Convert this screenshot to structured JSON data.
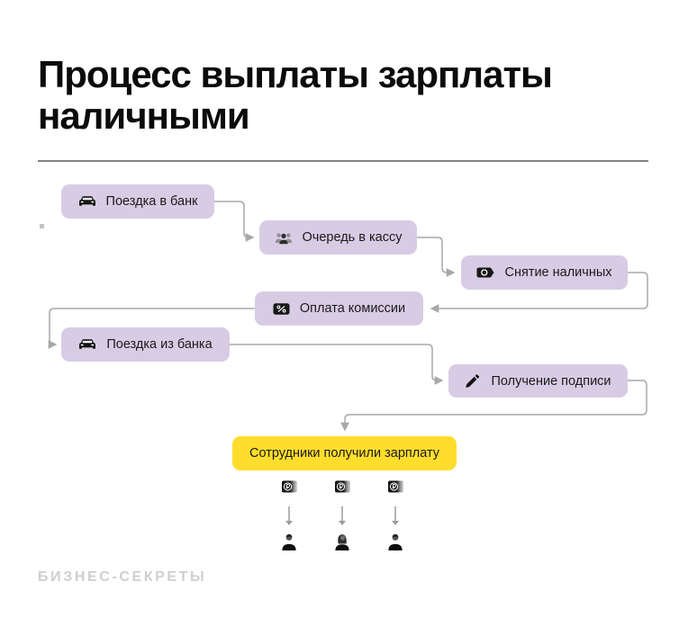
{
  "title": {
    "line1": "Процесс выплаты зарплаты",
    "line2": "наличными"
  },
  "flow": {
    "steps": [
      {
        "id": "trip-to-bank",
        "label": "Поездка в банк",
        "icon": "car-icon"
      },
      {
        "id": "queue",
        "label": "Очередь в кассу",
        "icon": "people-icon"
      },
      {
        "id": "withdraw-cash",
        "label": "Снятие наличных",
        "icon": "banknote-icon"
      },
      {
        "id": "pay-commission",
        "label": "Оплата комиссии",
        "icon": "percent-card-icon"
      },
      {
        "id": "trip-from-bank",
        "label": "Поездка из банка",
        "icon": "car-icon"
      },
      {
        "id": "get-signature",
        "label": "Получение подписи",
        "icon": "pen-icon"
      }
    ],
    "edges": [
      [
        "trip-to-bank",
        "queue"
      ],
      [
        "queue",
        "withdraw-cash"
      ],
      [
        "withdraw-cash",
        "pay-commission"
      ],
      [
        "pay-commission",
        "trip-from-bank"
      ],
      [
        "trip-from-bank",
        "get-signature"
      ],
      [
        "get-signature",
        "result"
      ]
    ],
    "result": {
      "id": "result",
      "label": "Сотрудники получили зарплату"
    },
    "recipients": {
      "count": 3,
      "icons": [
        "ruble-note-icon",
        "down-arrow-icon",
        "person-icon"
      ]
    }
  },
  "footer": {
    "brand": "БИЗНЕС-СЕКРЕТЫ"
  },
  "colors": {
    "step_bg": "#d8cce5",
    "result_bg": "#ffdd2d",
    "connector": "#a8a8a8",
    "divider": "#828282",
    "box_text": "#1a1a1a",
    "title_text": "#0b0b0b",
    "brand_text": "#cfcfcf"
  }
}
